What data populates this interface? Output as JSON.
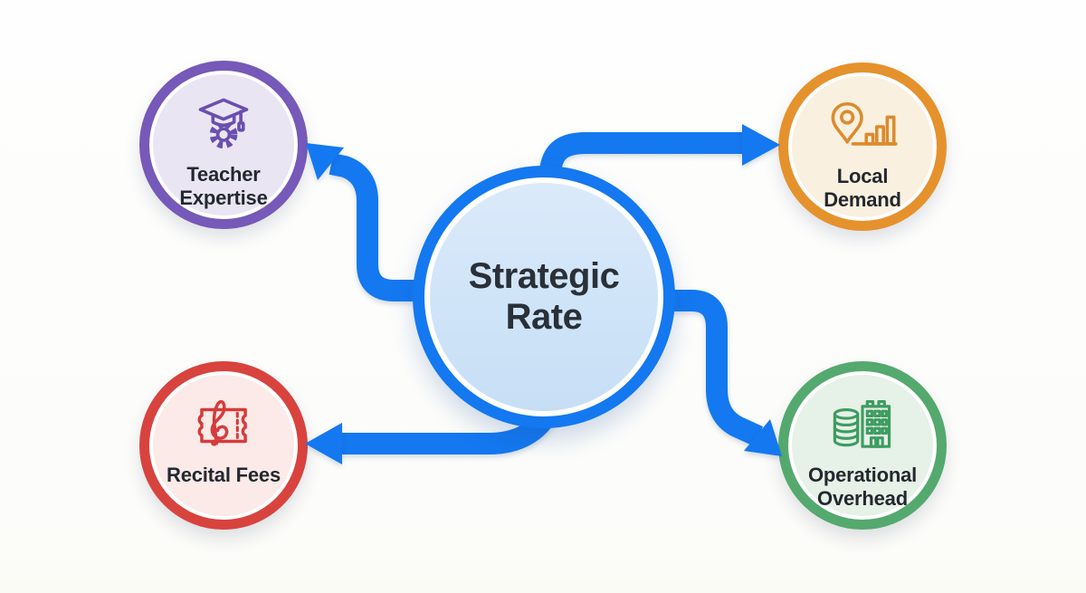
{
  "diagram": {
    "background_color": "#fdfdfc",
    "arrow_color": "#1478f0",
    "center": {
      "id": "strategic-rate",
      "label": "Strategic Rate",
      "ring_color": "#1478f0",
      "fill_color": "#d2e6f9",
      "text_color": "#2a3038"
    },
    "nodes": [
      {
        "id": "teacher-expertise",
        "label": "Teacher Expertise",
        "position": "top-left",
        "ring_color": "#7659b8",
        "fill_color": "#e9e5f3",
        "icon": "graduation-cap-gear-icon",
        "icon_color": "#6a4fae"
      },
      {
        "id": "local-demand",
        "label": "Local Demand",
        "position": "top-right",
        "ring_color": "#e5922d",
        "fill_color": "#faf0df",
        "icon": "map-pin-bar-chart-icon",
        "icon_color": "#dc8b2e"
      },
      {
        "id": "recital-fees",
        "label": "Recital Fees",
        "position": "bottom-left",
        "ring_color": "#d8433e",
        "fill_color": "#fbeae8",
        "icon": "music-ticket-icon",
        "icon_color": "#d63b3b"
      },
      {
        "id": "operational-overhead",
        "label": "Operational Overhead",
        "position": "bottom-right",
        "ring_color": "#54a96e",
        "fill_color": "#e6f1e7",
        "icon": "coins-building-icon",
        "icon_color": "#3e9c61"
      }
    ],
    "arrows": [
      {
        "from": "strategic-rate",
        "to": "teacher-expertise"
      },
      {
        "from": "strategic-rate",
        "to": "local-demand"
      },
      {
        "from": "strategic-rate",
        "to": "recital-fees"
      },
      {
        "from": "strategic-rate",
        "to": "operational-overhead"
      }
    ]
  }
}
